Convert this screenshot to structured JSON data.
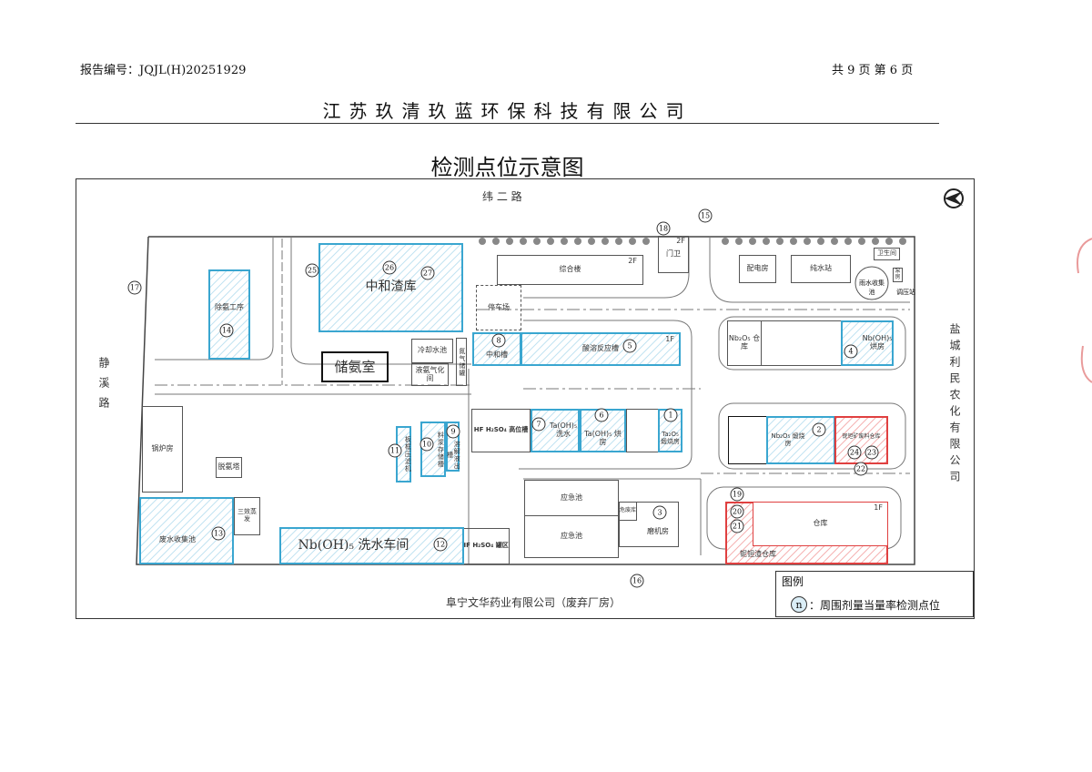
{
  "header": {
    "report_no": "报告编号：JQJL(H)20251929",
    "page_info": "共 9 页 第 6 页"
  },
  "company": "江苏玖清玖蓝环保科技有限公司",
  "map_title": "检测点位示意图",
  "roads": {
    "north": "纬 二 路",
    "west": "静溪路",
    "east": "盐城利民农化有限公司",
    "south": "阜宁文华药业有限公司（废弃厂房）"
  },
  "buildings": {
    "deammonia": "除氨工序",
    "neutral_slag": "中和渣库",
    "ammonia_storage": "储氨室",
    "cooling_pool": "冷却水池",
    "ammonia_gasify": "液氨气化间",
    "nitrogen_tank": "氮气储罐",
    "parking": "停车场",
    "office": "综合楼",
    "office_floor": "2F",
    "gate": "门卫",
    "gate_floor": "2F",
    "power_room": "配电房",
    "pure_water": "纯水站",
    "toilet": "卫生间",
    "rain_pool": "雨水收集池",
    "pump": "泵房",
    "pressure_station": "调压站",
    "neutral_tank": "中和槽",
    "acid_reactor": "酸溶反应槽",
    "floor_1f": "1F",
    "nb2o5_store": "Nb₂O₅ 仓库",
    "nboh_dry": "Nb(OH)₅ 烘房",
    "hf_tank": "HF H₂SO₄ 高位槽",
    "taoh_wash": "Ta(OH)₅ 洗水",
    "taoh_dry": "Ta(OH)₅ 烘房",
    "ta2o5_calc": "Ta₂O₅ 煅烧房",
    "filter_press": "板框压滤机",
    "slurry_tank": "料浆存储槽",
    "liquid_tank": "溶解液出槽",
    "nb2o5_calc": "Nb₂O₅ 煅烧房",
    "ore_store": "铌钽矿废料仓库",
    "emergency1": "应急池",
    "emergency2": "应急池",
    "hazwaste": "危废库",
    "mill": "磨机房",
    "hf_area": "HF H₂SO₄ 罐区",
    "warehouse": "仓库",
    "slag_store": "铌钽渣仓库",
    "boiler": "锅炉房",
    "deammonia_tower": "脱氨塔",
    "wastewater_pool": "废水收集池",
    "evaporator": "三效蒸发",
    "nboh_wash": "Nb(OH)₅ 洗水车间"
  },
  "markers": {
    "m1": "1",
    "m2": "2",
    "m3": "3",
    "m4": "4",
    "m5": "5",
    "m6": "6",
    "m7": "7",
    "m8": "8",
    "m9": "9",
    "m10": "10",
    "m11": "11",
    "m12": "12",
    "m13": "13",
    "m14": "14",
    "m15": "15",
    "m16": "16",
    "m17": "17",
    "m18": "18",
    "m19": "19",
    "m20": "20",
    "m21": "21",
    "m22": "22",
    "m23": "23",
    "m24": "24",
    "m25": "25",
    "m26": "26",
    "m27": "27"
  },
  "legend": {
    "title": "图例",
    "symbol": "n",
    "desc": "：周围剂量当量率检测点位"
  },
  "colors": {
    "monitored_area": "#3aa6d0",
    "radioactive_store": "#e04040"
  }
}
